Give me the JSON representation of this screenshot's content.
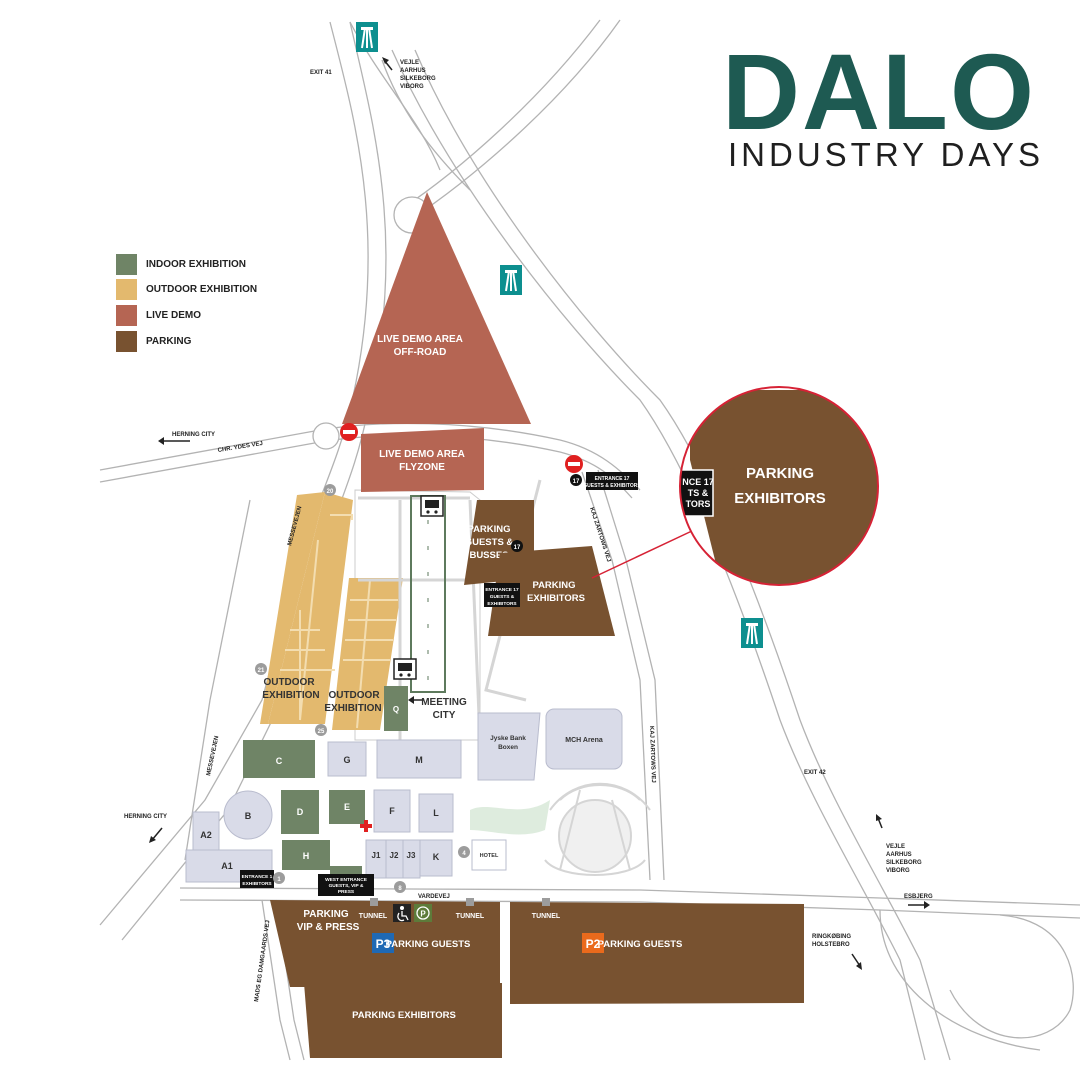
{
  "logo": {
    "title": "DALO",
    "subtitle": "INDUSTRY DAYS"
  },
  "colors": {
    "indoor": "#6f8466",
    "outdoor": "#e3b96e",
    "live": "#b56553",
    "parking": "#785230",
    "hall": "#d9dbe8",
    "brand": "#1e5a52"
  },
  "legend": [
    {
      "label": "INDOOR EXHIBITION",
      "color": "#6f8466"
    },
    {
      "label": "OUTDOOR EXHIBITION",
      "color": "#e3b96e"
    },
    {
      "label": "LIVE DEMO",
      "color": "#b56553"
    },
    {
      "label": "PARKING",
      "color": "#785230"
    }
  ],
  "areas": {
    "live_offroad": [
      "LIVE DEMO AREA",
      "OFF-ROAD"
    ],
    "live_flyzone": [
      "LIVE DEMO AREA",
      "FLYZONE"
    ],
    "parking_guests_busses": [
      "PARKING",
      "GUESTS &",
      "BUSSES"
    ],
    "parking_exhibitors_mid": [
      "PARKING",
      "EXHIBITORS"
    ],
    "outdoor_left": [
      "OUTDOOR",
      "EXHIBITION"
    ],
    "outdoor_right": [
      "OUTDOOR",
      "EXHIBITION"
    ],
    "meeting_city": [
      "MEETING",
      "CITY"
    ],
    "parking_vip": [
      "PARKING",
      "VIP & PRESS"
    ],
    "p3": {
      "badge": "P3",
      "label": "PARKING GUESTS"
    },
    "p2": {
      "badge": "P2",
      "label": "PARKING GUESTS"
    },
    "parking_exhibitors_bottom": "PARKING EXHIBITORS",
    "zoom": [
      "PARKING",
      "EXHIBITORS"
    ],
    "zoom_sign": [
      "NCE 17",
      "TS &",
      "TORS"
    ]
  },
  "halls": {
    "c": "C",
    "g": "G",
    "m": "M",
    "b": "B",
    "d": "D",
    "e": "E",
    "f": "F",
    "l": "L",
    "a2": "A2",
    "a1": "A1",
    "h": "H",
    "j1": "J1",
    "j2": "J2",
    "j3": "J3",
    "k": "K",
    "q": "Q",
    "jyske": [
      "Jyske Bank",
      "Boxen"
    ],
    "mch": "MCH Arena",
    "hotel": "HOTEL"
  },
  "signs": {
    "entrance17_top": [
      "ENTRANCE 17",
      "GUESTS & EXHIBITORS"
    ],
    "entrance17_mid": [
      "ENTRANCE 17",
      "GUESTS &",
      "EXHIBITORS"
    ],
    "entrance1": [
      "ENTRANCE 1",
      "EXHIBITORS"
    ],
    "west_entrance": [
      "WEST ENTRANCE",
      "GUESTS, VIP &",
      "PRESS"
    ]
  },
  "markers": {
    "m17a": "17",
    "m17b": "17",
    "m20": "20",
    "m21": "21",
    "m25": "25",
    "m1": "1",
    "m8": "8",
    "m4": "4"
  },
  "roads": {
    "exit41": "EXIT 41",
    "exit42": "EXIT 42",
    "top_dest": [
      "VEJLE",
      "AARHUS",
      "SILKEBORG",
      "VIBORG"
    ],
    "right_dest": [
      "VEJLE",
      "AARHUS",
      "SILKEBORG",
      "VIBORG"
    ],
    "herning_city_top": "HERNING CITY",
    "herning_city_left": "HERNING CITY",
    "chr_ydes": "CHR. YDES VEJ",
    "messevejen_1": "MESSEVEJEN",
    "messevejen_2": "MESSEVEJEN",
    "kaj_zartows_1": "KAJ ZARTOWS VEJ",
    "kaj_zartows_2": "KAJ ZARTOWS VEJ",
    "vardevej": "VARDEVEJ",
    "esbjerg": "ESBJERG",
    "ringkobing": [
      "RINGKØBING",
      "HOLSTEBRO"
    ],
    "mads": "MADS EG DAMGAARDS VEJ",
    "tunnel_1": "TUNNEL",
    "tunnel_2": "TUNNEL",
    "tunnel_3": "TUNNEL"
  }
}
